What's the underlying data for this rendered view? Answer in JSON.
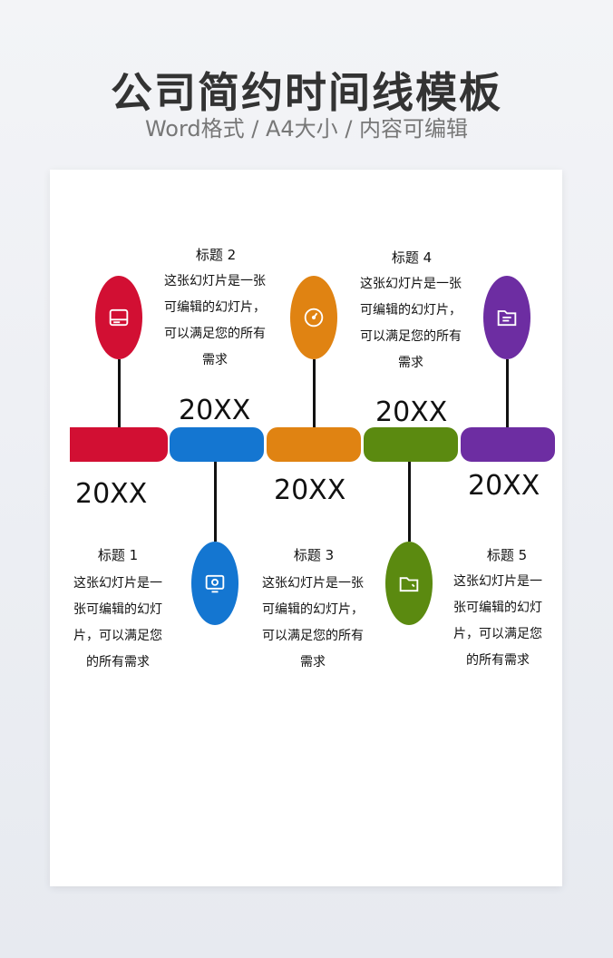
{
  "header": {
    "title": "公司简约时间线模板",
    "subtitle": "Word格式 / A4大小 / 内容可编辑"
  },
  "timeline": {
    "items": [
      {
        "year": "20XX",
        "title": "标题 1",
        "body": "这张幻灯片是一张可编辑的幻灯片，可以满足您的所有需求",
        "color": "#d20f33",
        "icon": "hard-drive-icon"
      },
      {
        "year": "20XX",
        "title": "标题 2",
        "body": "这张幻灯片是一张可编辑的幻灯片，可以满足您的所有需求",
        "color": "#1476d1",
        "icon": "monitor-settings-icon"
      },
      {
        "year": "20XX",
        "title": "标题 3",
        "body": "这张幻灯片是一张可编辑的幻灯片，可以满足您的所有需求",
        "color": "#e08312",
        "icon": "gauge-icon"
      },
      {
        "year": "20XX",
        "title": "标题 4",
        "body": "这张幻灯片是一张可编辑的幻灯片，可以满足您的所有需求",
        "color": "#5b8a10",
        "icon": "folder-icon"
      },
      {
        "year": "20XX",
        "title": "标题 5",
        "body": "这张幻灯片是一张可编辑的幻灯片，可以满足您的所有需求",
        "color": "#6d2da2",
        "icon": "document-folder-icon"
      }
    ]
  }
}
